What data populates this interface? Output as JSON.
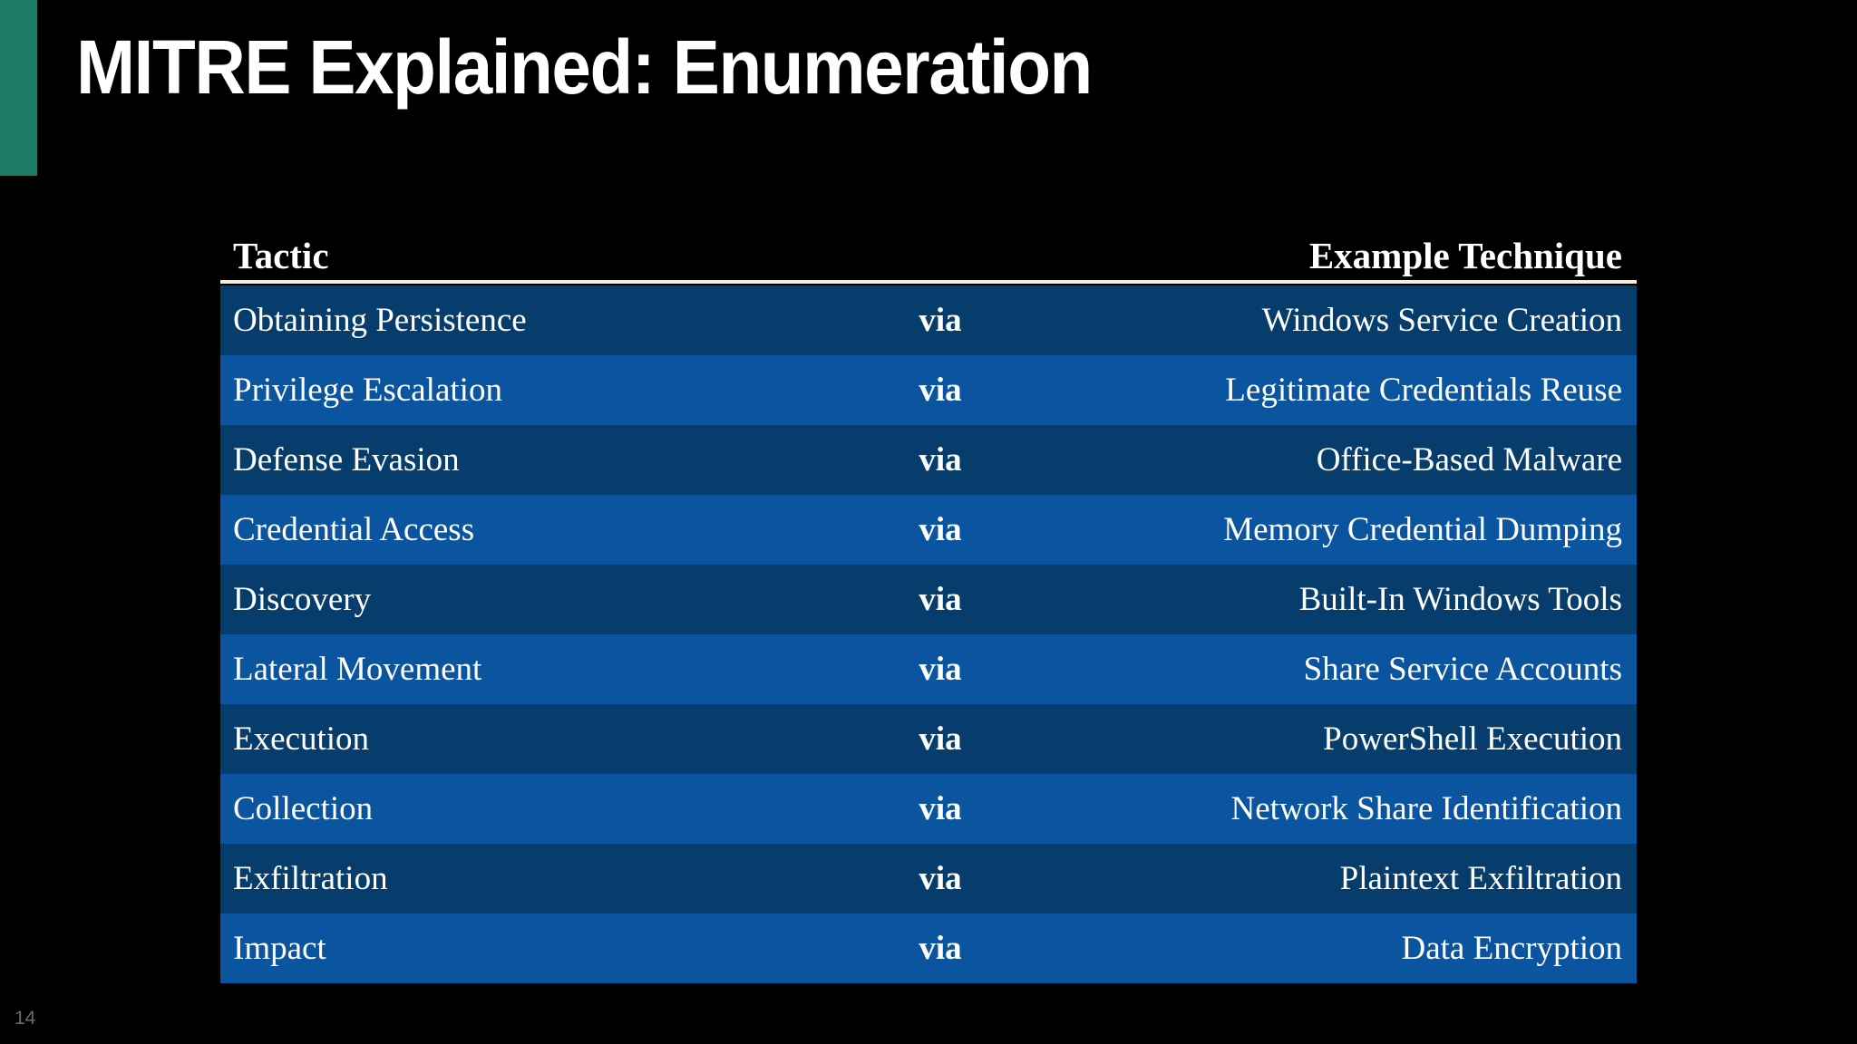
{
  "slide": {
    "title": "MITRE Explained: Enumeration",
    "page_number": "14",
    "background_color": "#000000",
    "accent_color": "#1f7a63",
    "row_color_dark": "#063d6d",
    "row_color_light": "#0b55a0",
    "rule_color": "#efefe8",
    "text_color": "#ffffff"
  },
  "table": {
    "headers": {
      "tactic": "Tactic",
      "technique": "Example Technique"
    },
    "connector_label": "via",
    "rows": [
      {
        "tactic": "Obtaining Persistence",
        "via": "via",
        "technique": "Windows Service Creation"
      },
      {
        "tactic": "Privilege Escalation",
        "via": "via",
        "technique": "Legitimate Credentials Reuse"
      },
      {
        "tactic": "Defense Evasion",
        "via": "via",
        "technique": "Office-Based Malware"
      },
      {
        "tactic": "Credential Access",
        "via": "via",
        "technique": "Memory Credential Dumping"
      },
      {
        "tactic": "Discovery",
        "via": "via",
        "technique": "Built-In Windows Tools"
      },
      {
        "tactic": "Lateral Movement",
        "via": "via",
        "technique": "Share Service Accounts"
      },
      {
        "tactic": "Execution",
        "via": "via",
        "technique": "PowerShell Execution"
      },
      {
        "tactic": "Collection",
        "via": "via",
        "technique": "Network Share Identification"
      },
      {
        "tactic": "Exfiltration",
        "via": "via",
        "technique": "Plaintext Exfiltration"
      },
      {
        "tactic": "Impact",
        "via": "via",
        "technique": "Data Encryption"
      }
    ]
  }
}
